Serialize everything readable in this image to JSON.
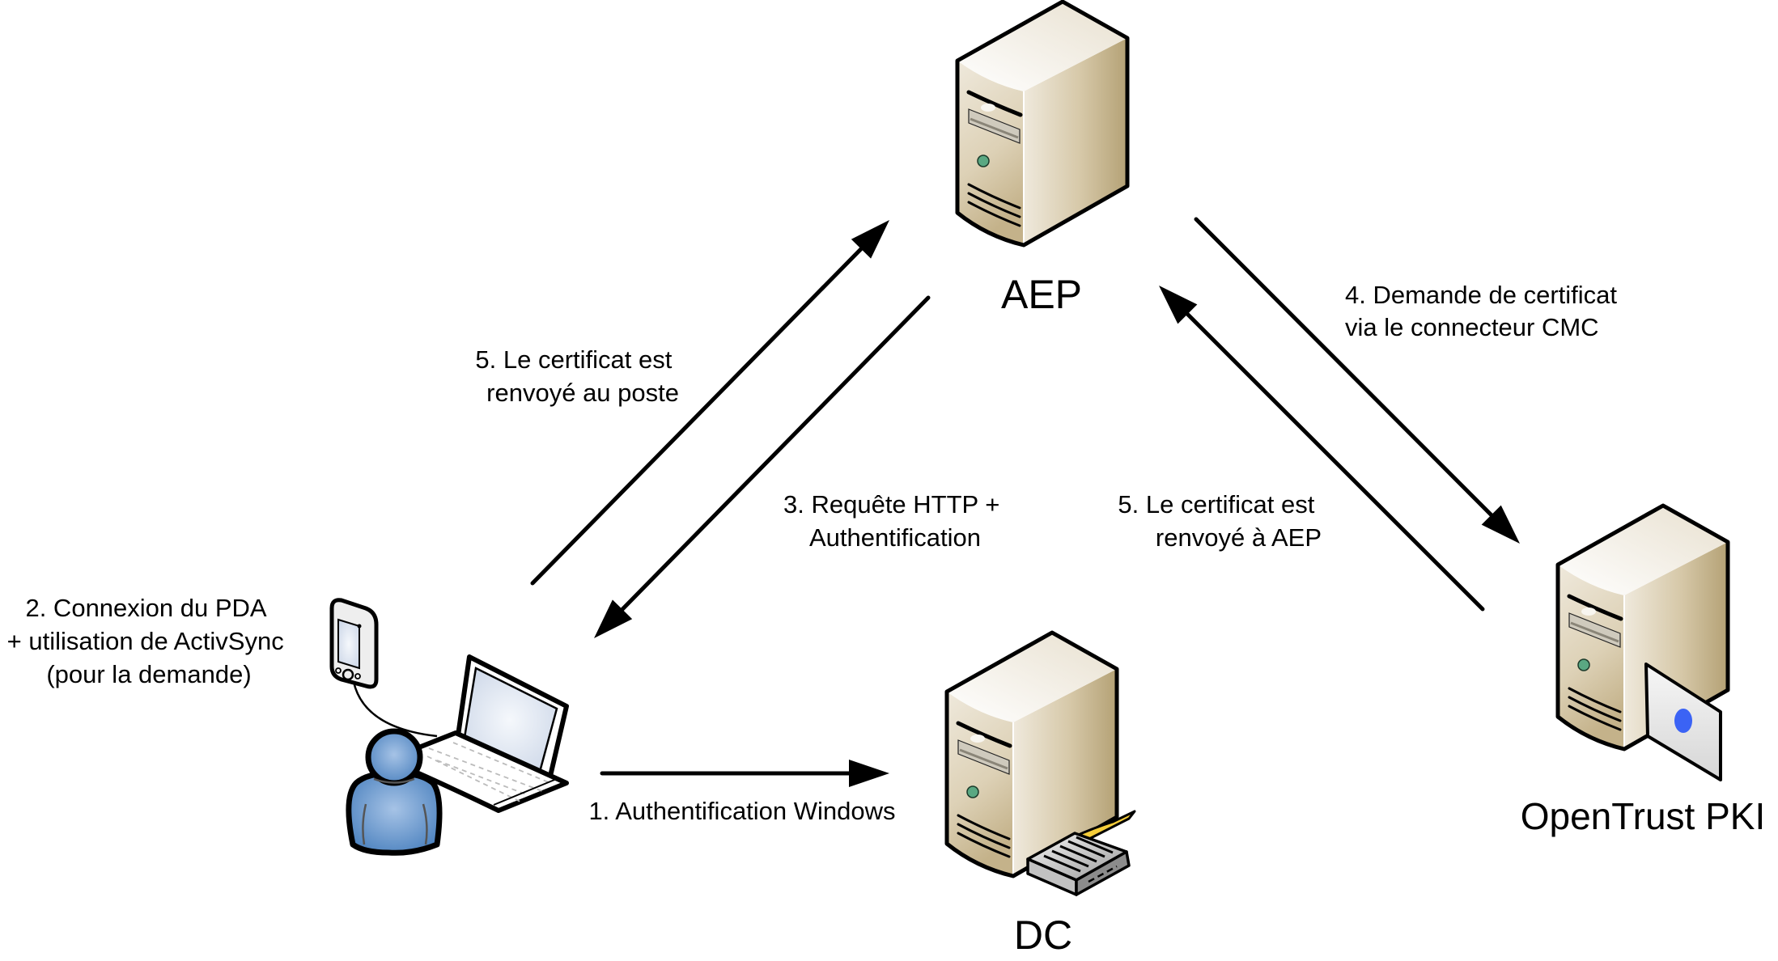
{
  "diagram": {
    "nodes": {
      "aep": {
        "label": "AEP",
        "icon": "server-icon"
      },
      "dc": {
        "label": "DC",
        "icon": "server-with-tray-icon"
      },
      "pki": {
        "label": "OpenTrust PKI",
        "icon": "server-with-certificate-icon"
      },
      "user": {
        "icon": "user-laptop-pda-icon"
      }
    },
    "steps": {
      "step1": {
        "lines": [
          "1. Authentification Windows"
        ],
        "from": "user",
        "to": "dc"
      },
      "step2": {
        "lines": [
          "2. Connexion du PDA",
          "+ utilisation de ActivSync",
          "(pour la demande)"
        ]
      },
      "step3": {
        "lines": [
          "3. Requête HTTP +",
          "Authentification"
        ],
        "from": "aep",
        "to": "user"
      },
      "step4": {
        "lines": [
          "4. Demande de certificat",
          "via le connecteur CMC"
        ],
        "from": "aep",
        "to": "pki"
      },
      "step5a": {
        "lines": [
          "5. Le certificat est",
          "renvoyé à AEP"
        ],
        "from": "pki",
        "to": "aep"
      },
      "step5b": {
        "lines": [
          "5. Le certificat est",
          "renvoyé au poste"
        ],
        "from": "user",
        "to": "aep"
      }
    },
    "colors": {
      "line": "#000000",
      "server_light": "#f6f2ea",
      "server_mid": "#d6c8a8",
      "server_dark": "#b7a479",
      "led": "#5aa882",
      "user_blue": "#5b8fc7",
      "screen": "#dfe6f2",
      "tray_yellow": "#f5cd3a",
      "cert_dot": "#3b63f5"
    }
  }
}
